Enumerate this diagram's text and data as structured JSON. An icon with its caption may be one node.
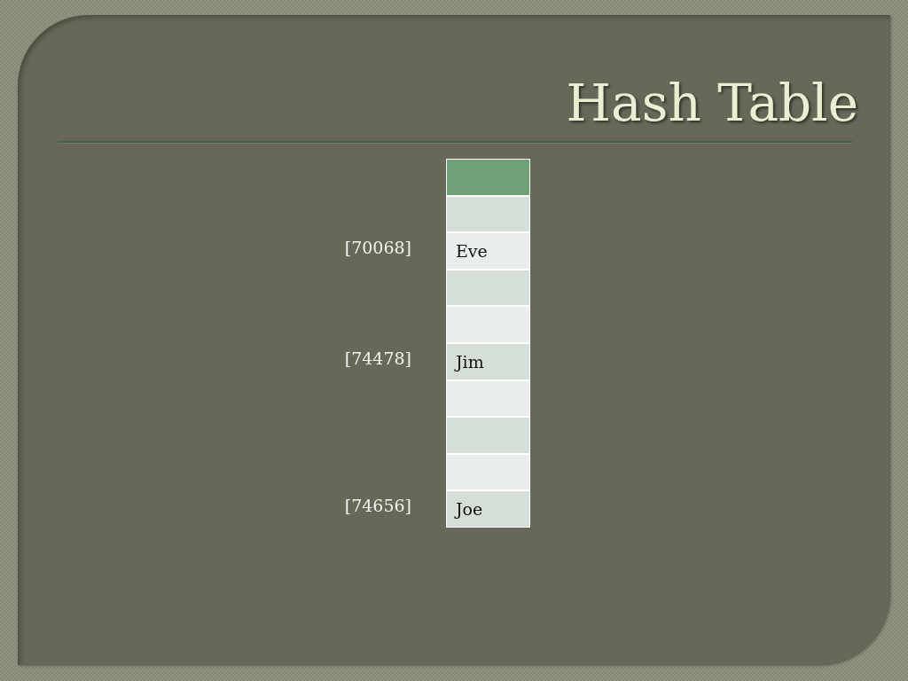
{
  "diagram": {
    "title": "Hash Table",
    "labels": [
      "[70068]",
      "Eve",
      "[74478]",
      "Jim",
      "[74656]",
      "Joe"
    ]
  }
}
